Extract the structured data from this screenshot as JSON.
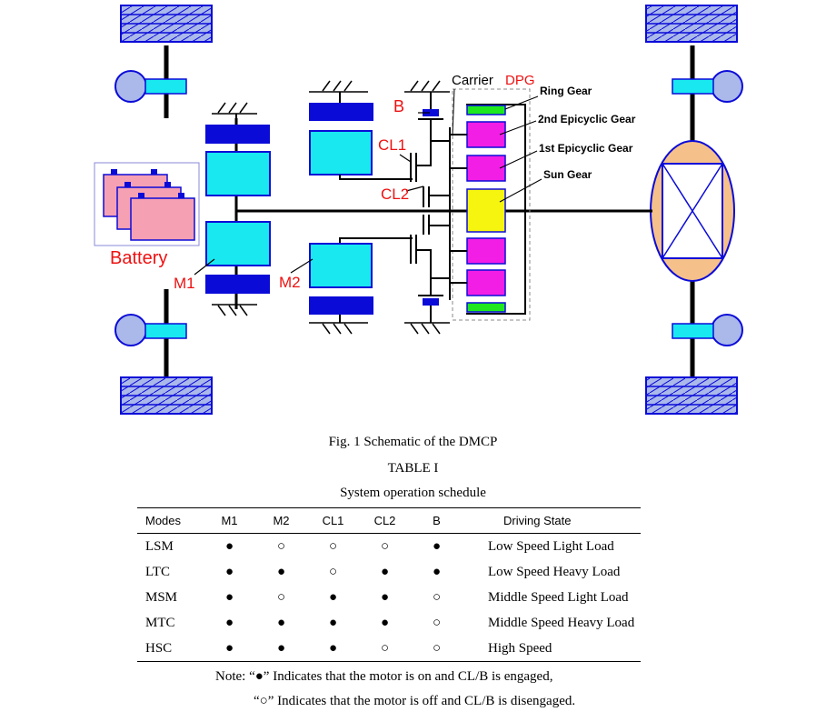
{
  "figure": {
    "labels": {
      "battery": "Battery",
      "m1": "M1",
      "m2": "M2",
      "b": "B",
      "cl1": "CL1",
      "cl2": "CL2",
      "carrier": "Carrier",
      "dpg": "DPG",
      "ring_gear": "Ring Gear",
      "epicyclic_2nd": "2nd Epicyclic Gear",
      "epicyclic_1st": "1st Epicyclic Gear",
      "sun_gear": "Sun Gear"
    },
    "colors": {
      "motor_blue": "#0b0bd8",
      "motor_cyan": "#19e8f0",
      "gear_magenta": "#f21ee6",
      "gear_yellow": "#f5f510",
      "gear_green": "#1fe81f",
      "wheel_fill": "#aab8ea",
      "differential": "#f6c08a",
      "battery_fill": "#f6a0b4",
      "red_label": "#ee1111"
    }
  },
  "caption": "Fig. 1 Schematic of the DMCP",
  "table": {
    "label": "TABLE I",
    "title": "System operation schedule",
    "columns": [
      "Modes",
      "M1",
      "M2",
      "CL1",
      "CL2",
      "B",
      "Driving State"
    ],
    "rows": [
      {
        "mode": "LSM",
        "m1": "●",
        "m2": "○",
        "cl1": "○",
        "cl2": "○",
        "b": "●",
        "state": "Low Speed Light Load"
      },
      {
        "mode": "LTC",
        "m1": "●",
        "m2": "●",
        "cl1": "○",
        "cl2": "●",
        "b": "●",
        "state": "Low Speed Heavy Load"
      },
      {
        "mode": "MSM",
        "m1": "●",
        "m2": "○",
        "cl1": "●",
        "cl2": "●",
        "b": "○",
        "state": "Middle Speed Light Load"
      },
      {
        "mode": "MTC",
        "m1": "●",
        "m2": "●",
        "cl1": "●",
        "cl2": "●",
        "b": "○",
        "state": "Middle Speed Heavy Load"
      },
      {
        "mode": "HSC",
        "m1": "●",
        "m2": "●",
        "cl1": "●",
        "cl2": "○",
        "b": "○",
        "state": "High Speed"
      }
    ]
  },
  "note": {
    "line1": "Note: “●” Indicates that the motor is on and CL/B is engaged,",
    "line2": "“○” Indicates that the motor is off and CL/B is disengaged."
  }
}
